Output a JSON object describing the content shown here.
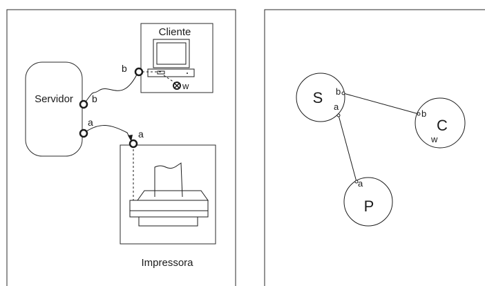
{
  "left_panel": {
    "server_label": "Servidor",
    "client_label": "Cliente",
    "printer_label": "Impressora",
    "port_b_server": "b",
    "port_b_client": "b",
    "port_a_server": "a",
    "port_a_printer": "a",
    "port_w": "w"
  },
  "right_panel": {
    "node_s": {
      "label": "S",
      "port_b": "b",
      "port_a": "a"
    },
    "node_c": {
      "label": "C",
      "port_b": "b",
      "port_w": "w"
    },
    "node_p": {
      "label": "P",
      "port_a": "a"
    }
  },
  "icons": [
    "monitor-icon",
    "printer-icon",
    "paper-icon",
    "close-circle-icon"
  ]
}
